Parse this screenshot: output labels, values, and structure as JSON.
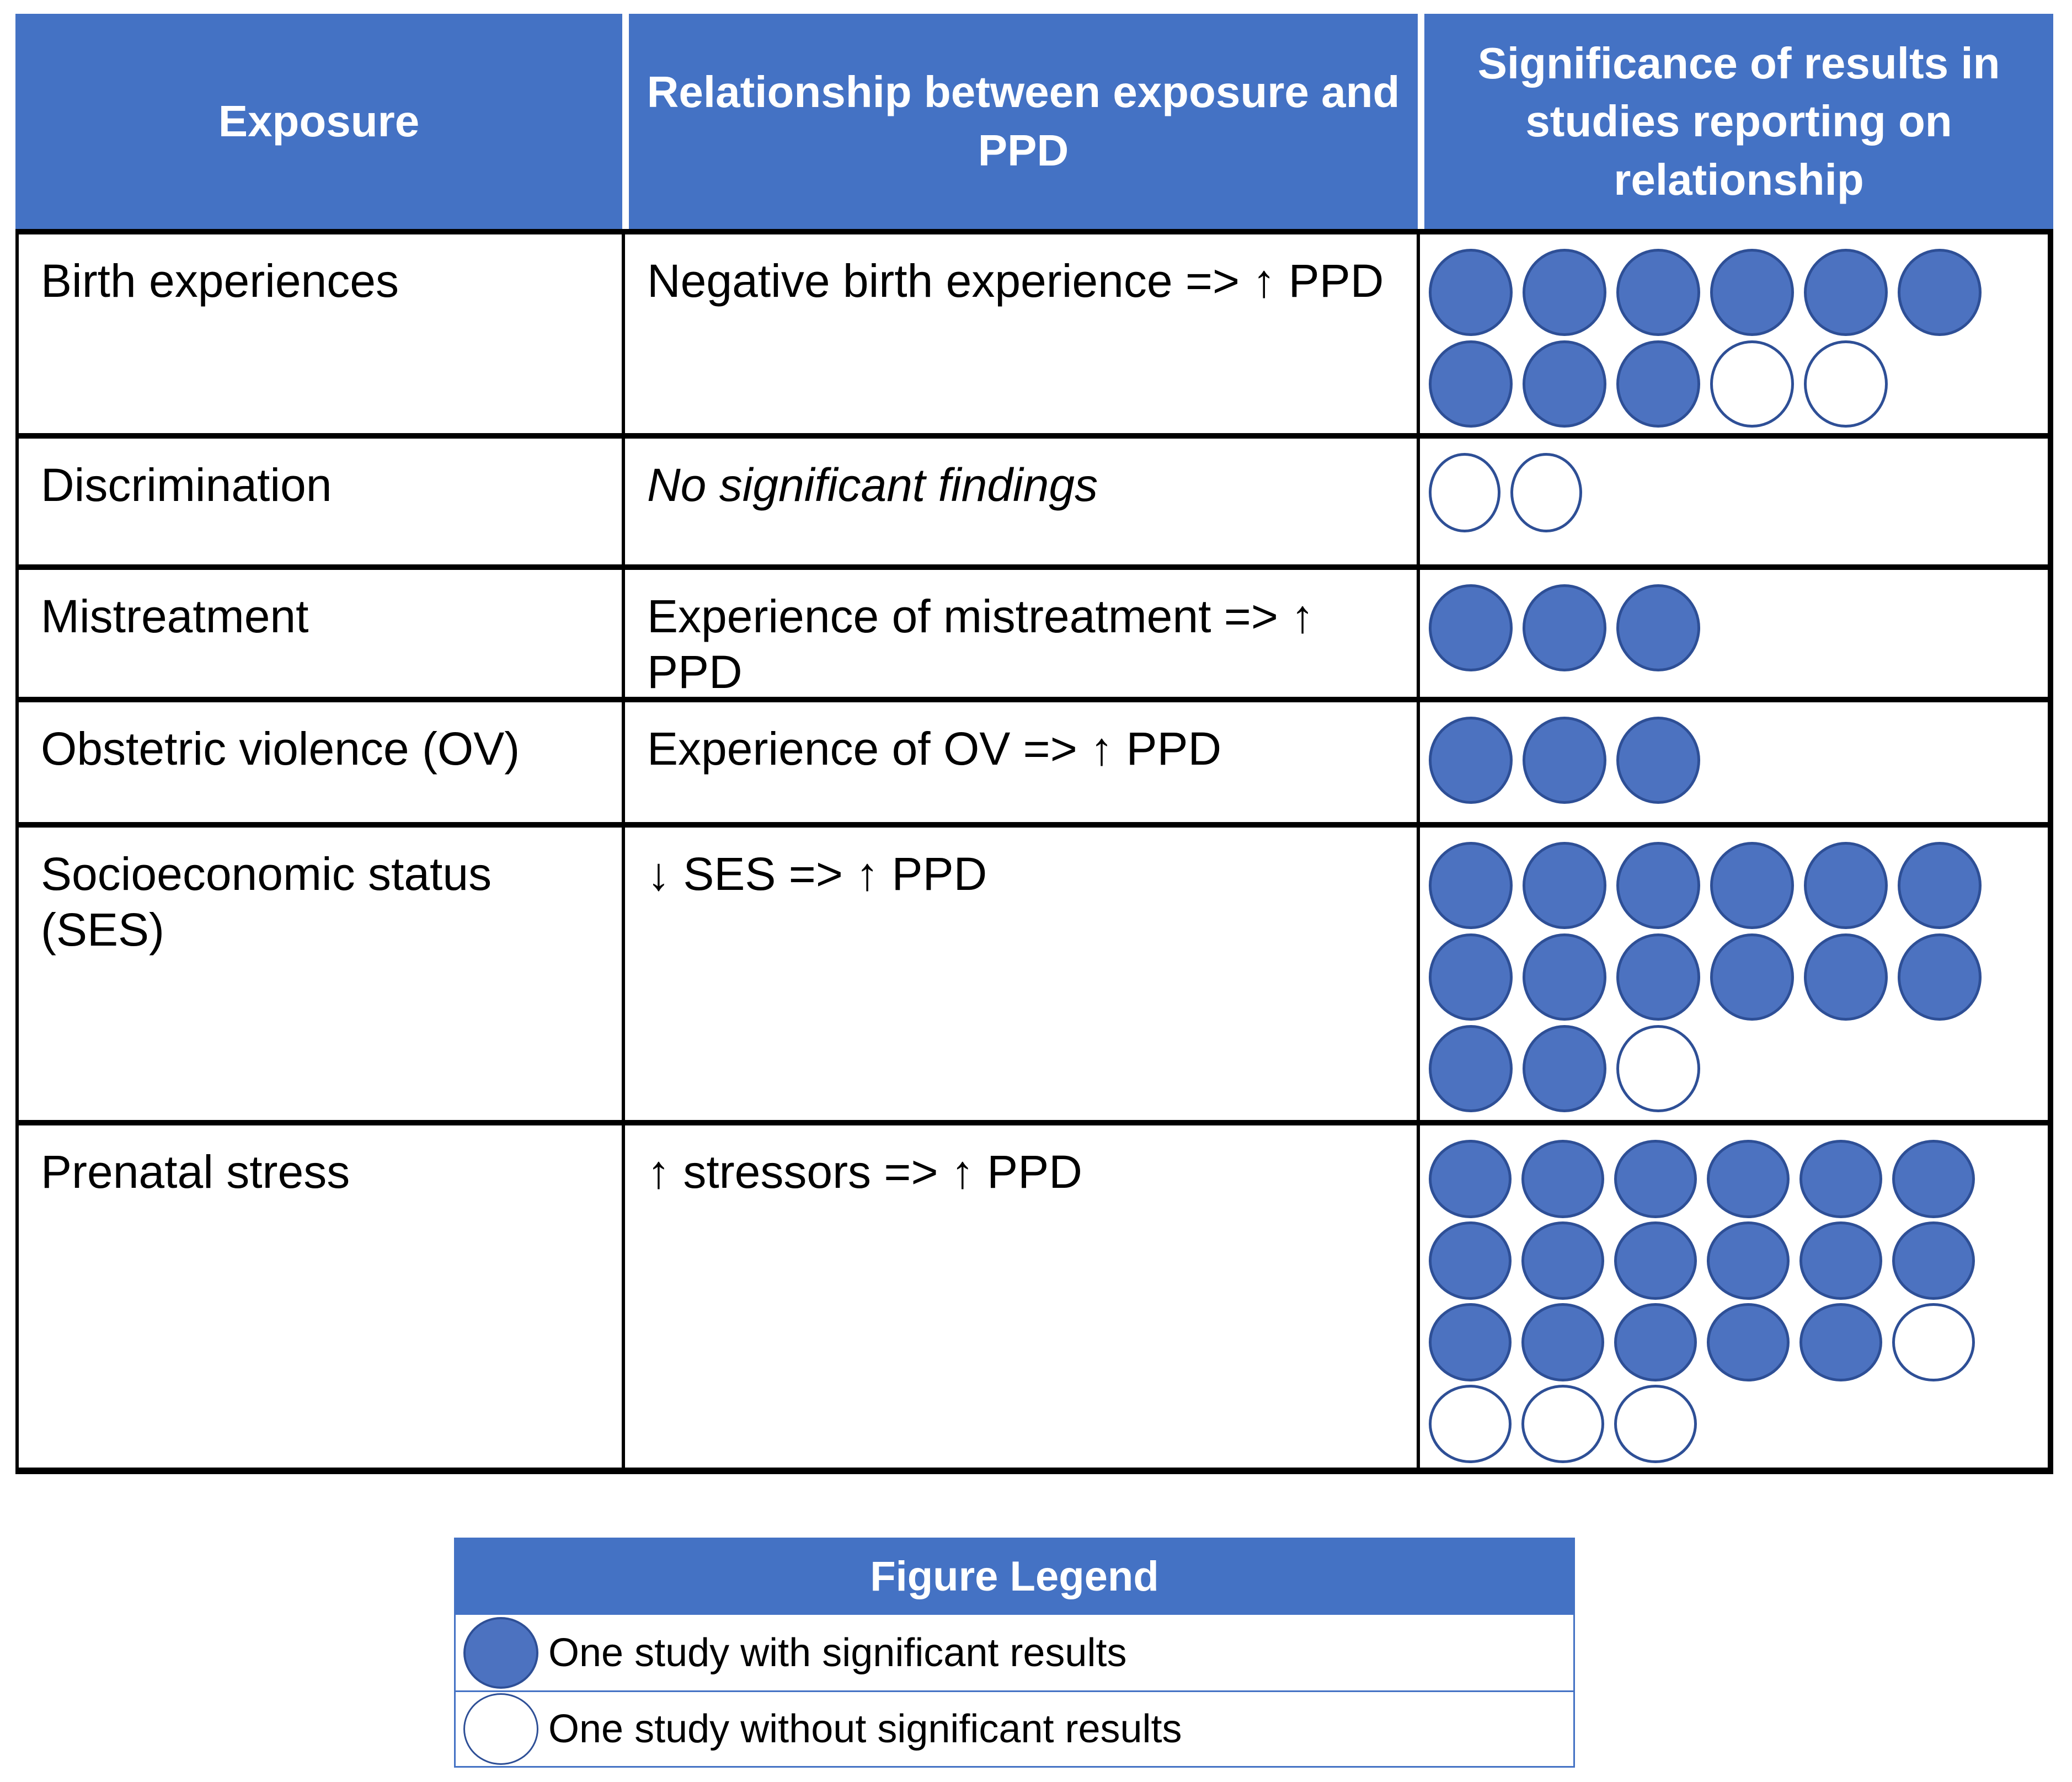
{
  "colors": {
    "accent_blue": "#4472C4",
    "dot_fill": "#4C72C0",
    "dot_border": "#2E4F96",
    "table_border": "#000000",
    "header_text": "#FFFFFF",
    "body_text": "#000000"
  },
  "table": {
    "headers": [
      {
        "label": "Exposure"
      },
      {
        "label": "Relationship between exposure and PPD"
      },
      {
        "label": "Significance of results in studies reporting on relationship"
      }
    ],
    "rows": [
      {
        "exposure": "Birth experiences",
        "relationship": "Negative birth experience => ↑ PPD",
        "italic": false,
        "dot_rows": [
          [
            1,
            1,
            1,
            1,
            1,
            1
          ],
          [
            1,
            1,
            1,
            0,
            0
          ]
        ]
      },
      {
        "exposure": "Discrimination",
        "relationship": "No significant findings",
        "italic": true,
        "dot_rows": [
          [
            0,
            0
          ]
        ]
      },
      {
        "exposure": "Mistreatment",
        "relationship": "Experience of mistreatment => ↑ PPD",
        "italic": false,
        "dot_rows": [
          [
            1,
            1,
            1
          ]
        ]
      },
      {
        "exposure": "Obstetric violence (OV)",
        "relationship": "Experience of OV => ↑ PPD",
        "italic": false,
        "dot_rows": [
          [
            1,
            1,
            1
          ]
        ]
      },
      {
        "exposure": "Socioeconomic status (SES)",
        "relationship": "↓ SES  => ↑ PPD",
        "italic": false,
        "dot_rows": [
          [
            1,
            1,
            1,
            1,
            1,
            1
          ],
          [
            1,
            1,
            1,
            1,
            1,
            1
          ],
          [
            1,
            1,
            0
          ]
        ]
      },
      {
        "exposure": "Prenatal stress",
        "relationship": "↑ stressors => ↑ PPD",
        "italic": false,
        "dot_rows": [
          [
            1,
            1,
            1,
            1,
            1,
            1
          ],
          [
            1,
            1,
            1,
            1,
            1,
            1
          ],
          [
            1,
            1,
            1,
            1,
            1,
            0
          ],
          [
            0,
            0,
            0
          ]
        ]
      }
    ]
  },
  "legend": {
    "title": "Figure Legend",
    "items": [
      {
        "marker": "filled-circle-icon",
        "label": "One study with significant results"
      },
      {
        "marker": "empty-circle-icon",
        "label": "One study without significant results"
      }
    ]
  },
  "chart_data": {
    "type": "table",
    "subtype": "pictogram",
    "title": "Significance of results in studies reporting on relationship between exposures and PPD",
    "columns": [
      "Exposure",
      "Relationship between exposure and PPD",
      "Significance of results in studies reporting on relationship"
    ],
    "rows": [
      {
        "exposure": "Birth experiences",
        "relationship": "Negative birth experience => ↑ PPD",
        "studies_significant": 9,
        "studies_not_significant": 2
      },
      {
        "exposure": "Discrimination",
        "relationship": "No significant findings",
        "studies_significant": 0,
        "studies_not_significant": 2
      },
      {
        "exposure": "Mistreatment",
        "relationship": "Experience of mistreatment => ↑ PPD",
        "studies_significant": 3,
        "studies_not_significant": 0
      },
      {
        "exposure": "Obstetric violence (OV)",
        "relationship": "Experience of OV => ↑ PPD",
        "studies_significant": 3,
        "studies_not_significant": 0
      },
      {
        "exposure": "Socioeconomic status (SES)",
        "relationship": "↓ SES  => ↑ PPD",
        "studies_significant": 14,
        "studies_not_significant": 1
      },
      {
        "exposure": "Prenatal stress",
        "relationship": "↑ stressors => ↑ PPD",
        "studies_significant": 17,
        "studies_not_significant": 4
      }
    ],
    "legend": [
      "Filled circle = One study with significant results",
      "Empty circle = One study without significant results"
    ],
    "legend_position": "bottom"
  }
}
